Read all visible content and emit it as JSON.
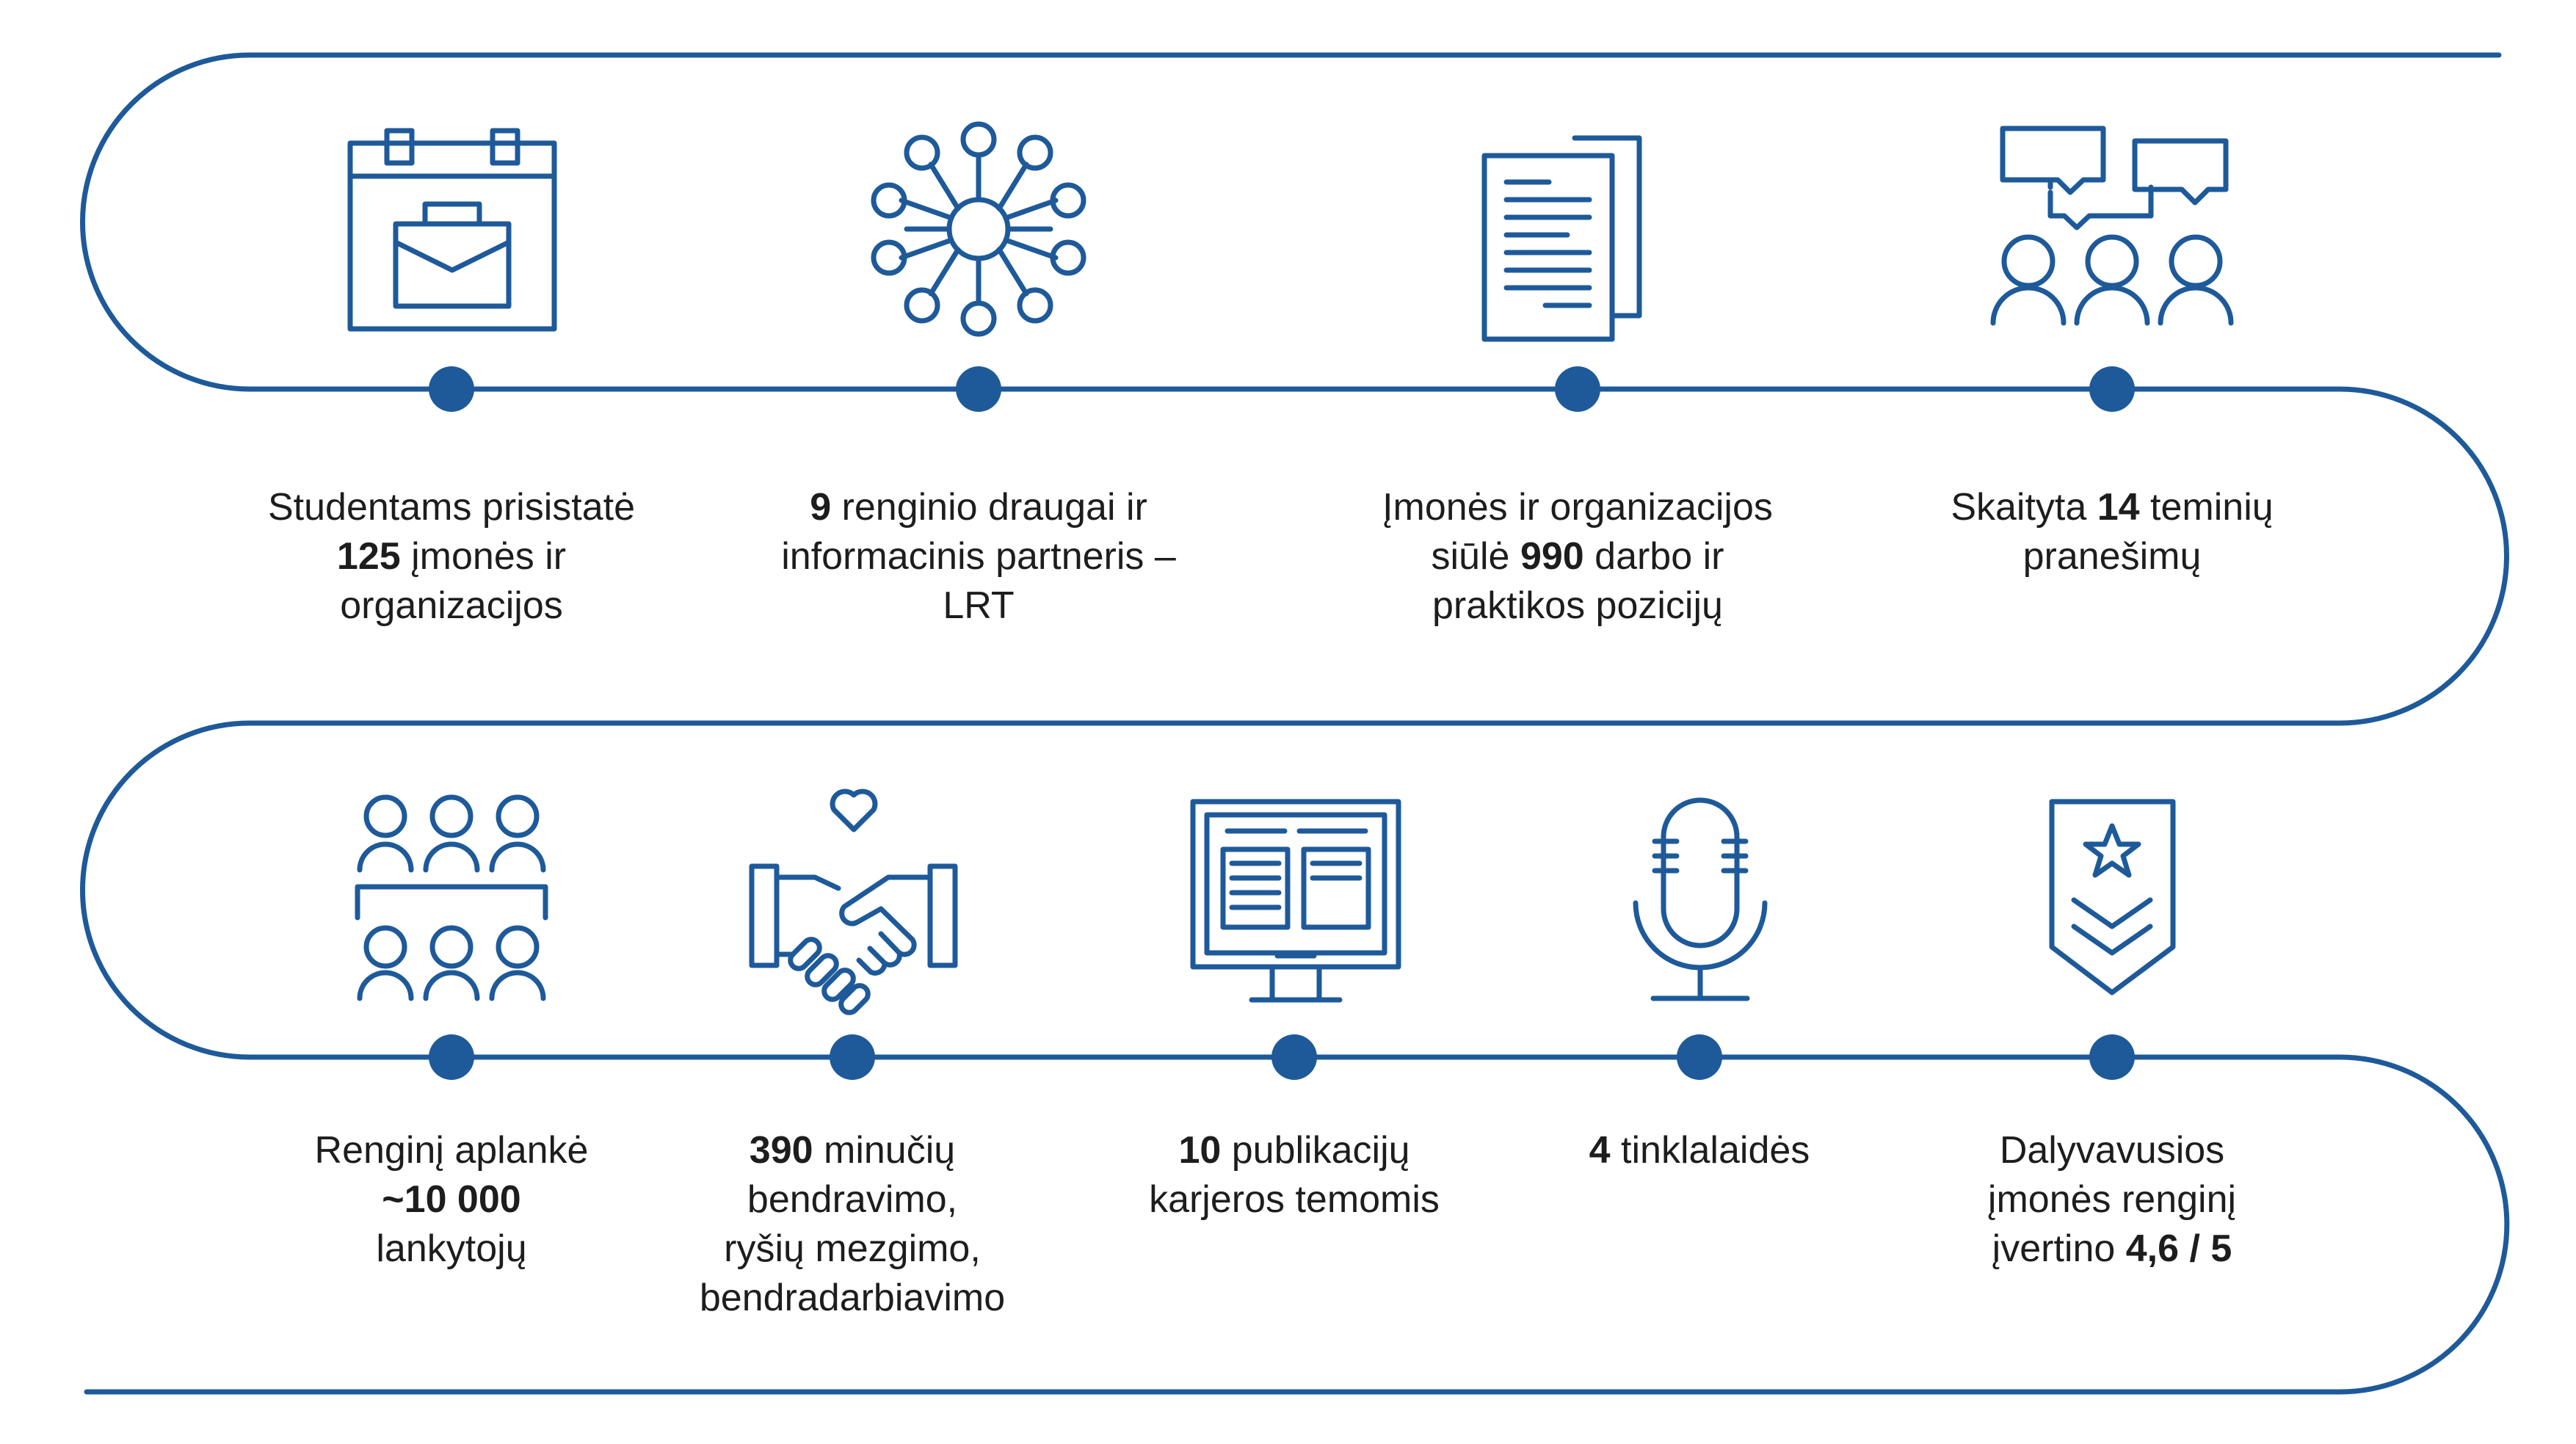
{
  "colors": {
    "line": "#1e5a9a",
    "icon": "#1e5a9a",
    "dot": "#1e5a9a",
    "text": "#1d1d1d"
  },
  "items_row1": [
    {
      "icon": "calendar-briefcase-icon",
      "lines": [
        [
          {
            "t": "Studentams prisistatė"
          }
        ],
        [
          {
            "t": "125",
            "b": true
          },
          {
            "t": " įmonės ir"
          }
        ],
        [
          {
            "t": "organizacijos"
          }
        ]
      ]
    },
    {
      "icon": "network-hub-icon",
      "lines": [
        [
          {
            "t": "9",
            "b": true
          },
          {
            "t": " renginio draugai ir"
          }
        ],
        [
          {
            "t": "informacinis partneris –"
          }
        ],
        [
          {
            "t": "LRT"
          }
        ]
      ]
    },
    {
      "icon": "documents-icon",
      "lines": [
        [
          {
            "t": "Įmonės ir organizacijos"
          }
        ],
        [
          {
            "t": "siūlė "
          },
          {
            "t": "990",
            "b": true
          },
          {
            "t": " darbo ir"
          }
        ],
        [
          {
            "t": "praktikos pozicijų"
          }
        ]
      ]
    },
    {
      "icon": "people-speech-bubbles-icon",
      "lines": [
        [
          {
            "t": "Skaityta "
          },
          {
            "t": "14",
            "b": true
          },
          {
            "t": " teminių"
          }
        ],
        [
          {
            "t": "pranešimų"
          }
        ]
      ]
    }
  ],
  "items_row2": [
    {
      "icon": "audience-icon",
      "lines": [
        [
          {
            "t": "Renginį aplankė"
          }
        ],
        [
          {
            "t": "~10 000",
            "b": true
          }
        ],
        [
          {
            "t": "lankytojų"
          }
        ]
      ]
    },
    {
      "icon": "handshake-heart-icon",
      "lines": [
        [
          {
            "t": "390",
            "b": true
          },
          {
            "t": " minučių"
          }
        ],
        [
          {
            "t": "bendravimo,"
          }
        ],
        [
          {
            "t": "ryšių mezgimo,"
          }
        ],
        [
          {
            "t": "bendradarbiavimo"
          }
        ]
      ]
    },
    {
      "icon": "monitor-articles-icon",
      "lines": [
        [
          {
            "t": "10",
            "b": true
          },
          {
            "t": " publikacijų"
          }
        ],
        [
          {
            "t": "karjeros temomis"
          }
        ]
      ]
    },
    {
      "icon": "microphone-icon",
      "lines": [
        [
          {
            "t": "4",
            "b": true
          },
          {
            "t": " tinklalaidės"
          }
        ]
      ]
    },
    {
      "icon": "star-badge-icon",
      "lines": [
        [
          {
            "t": "Dalyvavusios"
          }
        ],
        [
          {
            "t": "įmonės renginį"
          }
        ],
        [
          {
            "t": "įvertino "
          },
          {
            "t": "4,6 / 5",
            "b": true
          }
        ]
      ]
    }
  ]
}
